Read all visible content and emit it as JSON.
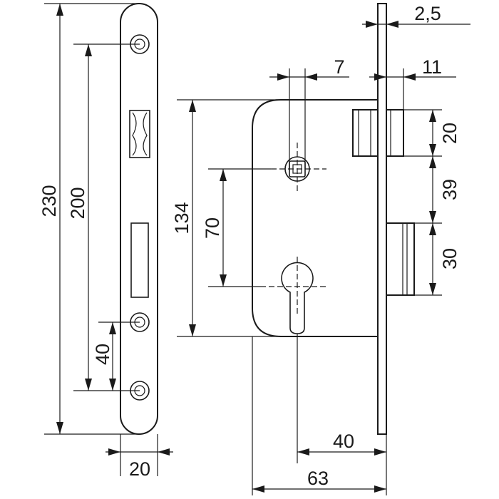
{
  "drawing": {
    "front_plate": {
      "overall_height": "230",
      "hole_spacing": "200",
      "lower_hole_spacing": "40",
      "width": "20"
    },
    "lock_body": {
      "backset": "63",
      "cylinder_offset": "40",
      "body_height": "134",
      "center_distance": "70",
      "spindle_square": "7",
      "plate_thickness": "2,5",
      "latch_projection": "11",
      "latch_height": "20",
      "latch_gap": "39",
      "bolt_height": "30"
    }
  }
}
